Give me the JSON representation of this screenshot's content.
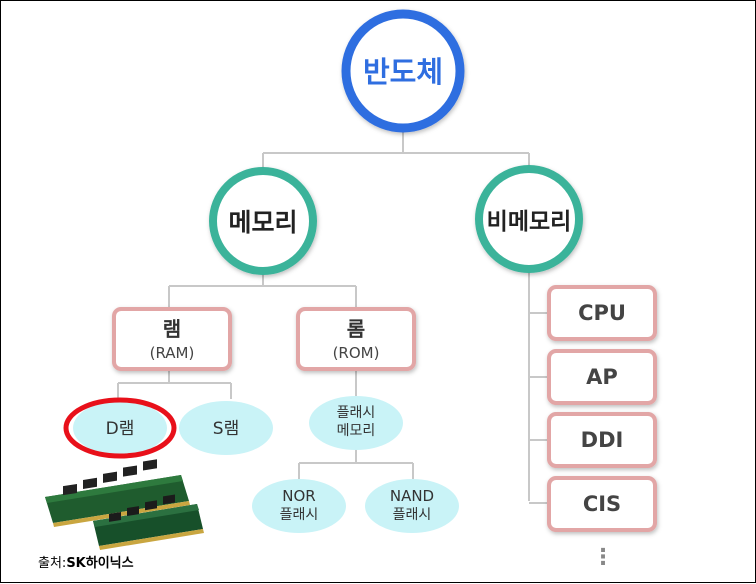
{
  "root": {
    "label": "반도체",
    "color": "#2f6ee0"
  },
  "memory": {
    "label": "메모리",
    "color": "#3bb39a"
  },
  "nonmemory": {
    "label": "비메모리",
    "color": "#3bb39a"
  },
  "ram": {
    "title": "램",
    "sub": "(RAM)"
  },
  "rom": {
    "title": "롬",
    "sub": "(ROM)"
  },
  "dram": {
    "label": "D램"
  },
  "sram": {
    "label": "S램"
  },
  "flash": {
    "line1": "플래시",
    "line2": "메모리"
  },
  "nor": {
    "line1": "NOR",
    "line2": "플래시"
  },
  "nand": {
    "line1": "NAND",
    "line2": "플래시"
  },
  "nonmemory_items": [
    "CPU",
    "AP",
    "DDI",
    "CIS"
  ],
  "more_indicator": "⋮",
  "caption": {
    "prefix": "출처:",
    "brand": "SK하이닉스"
  },
  "colors": {
    "box_border": "#e2a6a6",
    "bubble": "#c9f3f7",
    "highlight": "#e8101a",
    "line": "#c8c8c8"
  }
}
